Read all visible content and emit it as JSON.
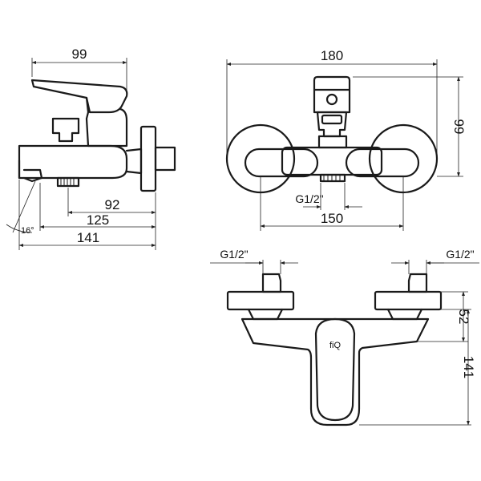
{
  "side_view": {
    "dim_top": "99",
    "dim_92": "92",
    "dim_125": "125",
    "dim_141": "141",
    "angle": "16°"
  },
  "front_view": {
    "dim_width": "180",
    "dim_height": "99",
    "dim_spacing": "150",
    "thread_label": "G1/2\""
  },
  "top_view": {
    "thread_left": "G1/2\"",
    "thread_right": "G1/2\"",
    "dim_52": "52",
    "dim_141": "141",
    "logo_text": "fiQ"
  }
}
